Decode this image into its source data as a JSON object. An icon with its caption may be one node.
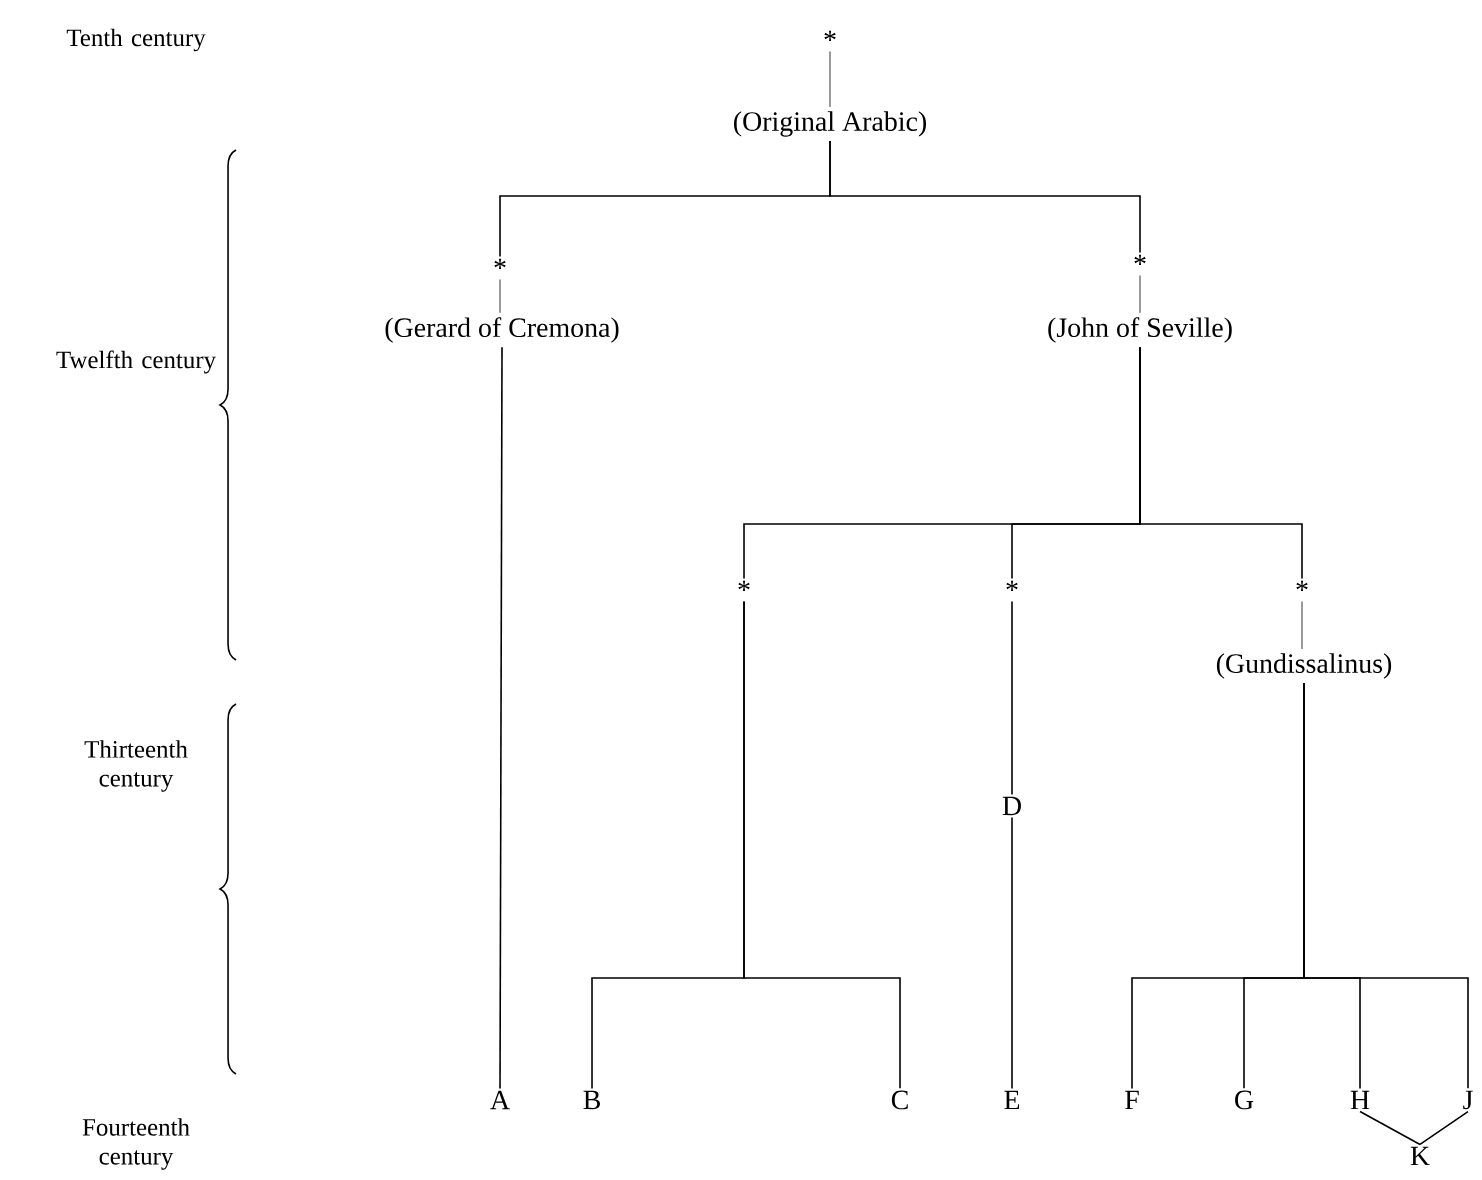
{
  "diagram": {
    "nodes": [
      {
        "text": [
          "*",
          "(Original Arabic)"
        ]
      },
      {
        "text": [
          "*",
          "(Gerard of Cremona)"
        ]
      },
      {
        "text": [
          "*",
          "(John of Seville)"
        ]
      },
      {
        "text": [
          "*"
        ]
      },
      {
        "text": [
          "*"
        ]
      },
      {
        "text": [
          "*",
          "(Gundissalinus)"
        ]
      },
      {
        "text": [
          "D"
        ]
      },
      {
        "text": [
          "A"
        ]
      },
      {
        "text": [
          "B"
        ]
      },
      {
        "text": [
          "C"
        ]
      },
      {
        "text": [
          "E"
        ]
      },
      {
        "text": [
          "F"
        ]
      },
      {
        "text": [
          "G"
        ]
      },
      {
        "text": [
          "H"
        ]
      },
      {
        "text": [
          "J"
        ]
      },
      {
        "text": [
          "K"
        ]
      }
    ],
    "edges": [
      {
        "from": 0,
        "to": 1,
        "arrow": "none"
      },
      {
        "from": 0,
        "to": 2,
        "arrow": "none"
      },
      {
        "from": 1,
        "to": 7,
        "arrow": "none"
      },
      {
        "from": 2,
        "to": 3,
        "arrow": "none"
      },
      {
        "from": 2,
        "to": 4,
        "arrow": "none"
      },
      {
        "from": 2,
        "to": 5,
        "arrow": "none"
      },
      {
        "from": 3,
        "to": 8,
        "arrow": "none"
      },
      {
        "from": 3,
        "to": 9,
        "arrow": "none"
      },
      {
        "from": 4,
        "to": 6,
        "arrow": "none"
      },
      {
        "from": 6,
        "to": 10,
        "arrow": "none"
      },
      {
        "from": 5,
        "to": 11,
        "arrow": "none"
      },
      {
        "from": 5,
        "to": 12,
        "arrow": "none"
      },
      {
        "from": 5,
        "to": 13,
        "arrow": "none"
      },
      {
        "from": 5,
        "to": 14,
        "arrow": "none"
      },
      {
        "from": 13,
        "to": 15,
        "arrow": "none"
      },
      {
        "from": 14,
        "to": 15,
        "arrow": "none"
      }
    ],
    "labels": [
      "Tenth century",
      "Twelfth century",
      "Thirteenth century",
      "Fourteenth century"
    ]
  }
}
